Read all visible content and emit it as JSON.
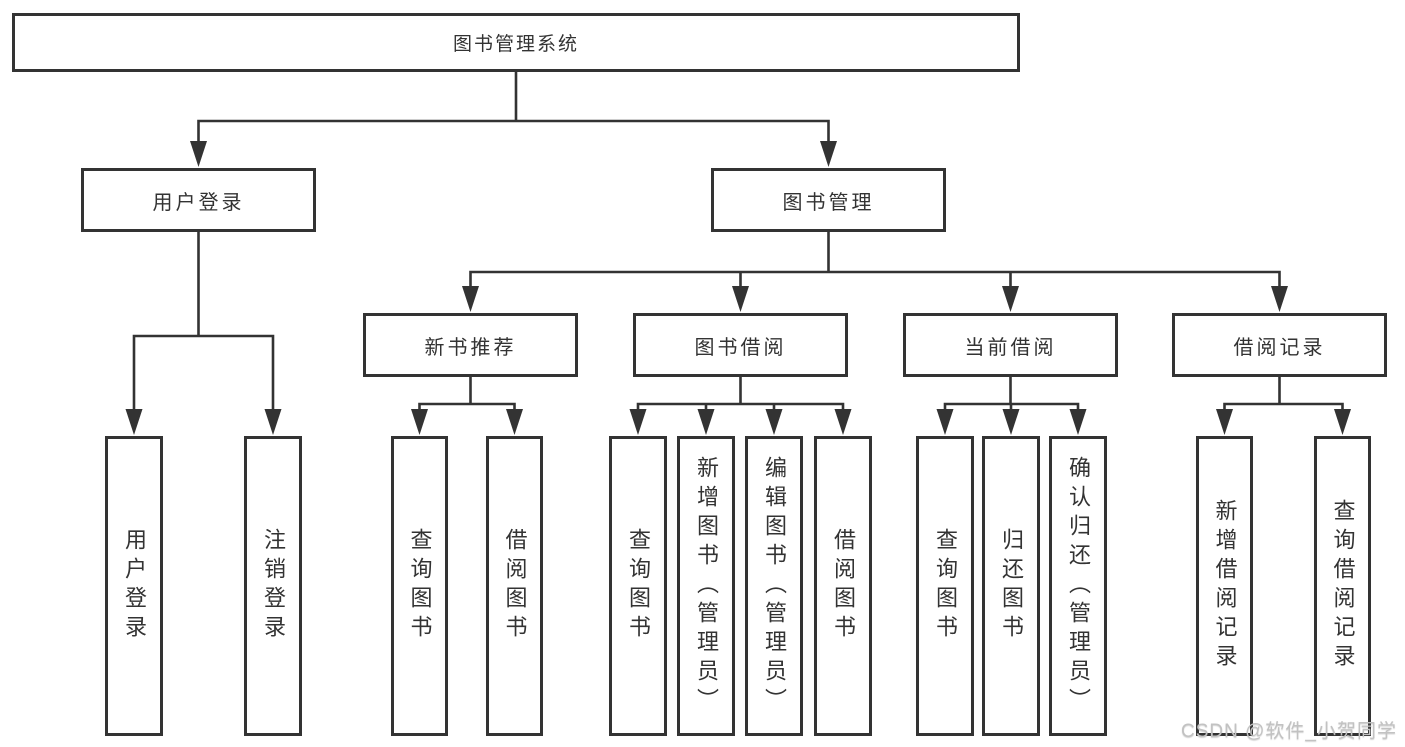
{
  "colors": {
    "line": "#333333",
    "text": "#333333",
    "background": "#ffffff",
    "watermark": "#c2c2c2"
  },
  "tree": {
    "root": {
      "label": "图书管理系统",
      "children": [
        {
          "label": "用户登录",
          "children": [
            {
              "label": "用户登录"
            },
            {
              "label": "注销登录"
            }
          ]
        },
        {
          "label": "图书管理",
          "children": [
            {
              "label": "新书推荐",
              "children": [
                {
                  "label": "查询图书"
                },
                {
                  "label": "借阅图书"
                }
              ]
            },
            {
              "label": "图书借阅",
              "children": [
                {
                  "label": "查询图书"
                },
                {
                  "label": "新增图书（管理员）"
                },
                {
                  "label": "编辑图书（管理员）"
                },
                {
                  "label": "借阅图书"
                }
              ]
            },
            {
              "label": "当前借阅",
              "children": [
                {
                  "label": "查询图书"
                },
                {
                  "label": "归还图书"
                },
                {
                  "label": "确认归还（管理员）"
                }
              ]
            },
            {
              "label": "借阅记录",
              "children": [
                {
                  "label": "新增借阅记录"
                },
                {
                  "label": "查询借阅记录"
                }
              ]
            }
          ]
        }
      ]
    }
  },
  "watermark": {
    "text": "CSDN @软件_小贺同学"
  }
}
